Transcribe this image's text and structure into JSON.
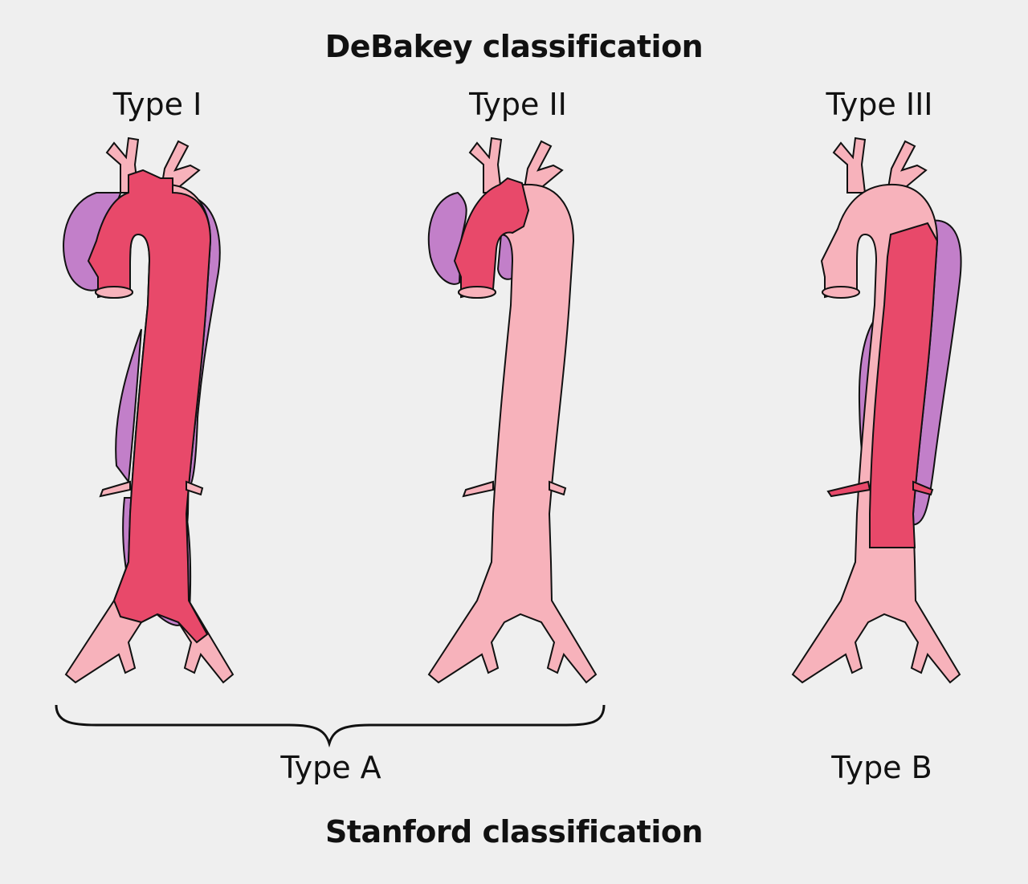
{
  "debakey_title": "DeBakey classification",
  "stanford_title": "Stanford classification",
  "debakey_types": [
    "Type I",
    "Type II",
    "Type III"
  ],
  "stanford_types": [
    "Type A",
    "Type B"
  ],
  "colors": {
    "background": "#efefef",
    "aorta_normal": "#f7b2bb",
    "true_lumen_dissected": "#e8496a",
    "false_lumen": "#c27fc9",
    "outline": "#111111"
  }
}
